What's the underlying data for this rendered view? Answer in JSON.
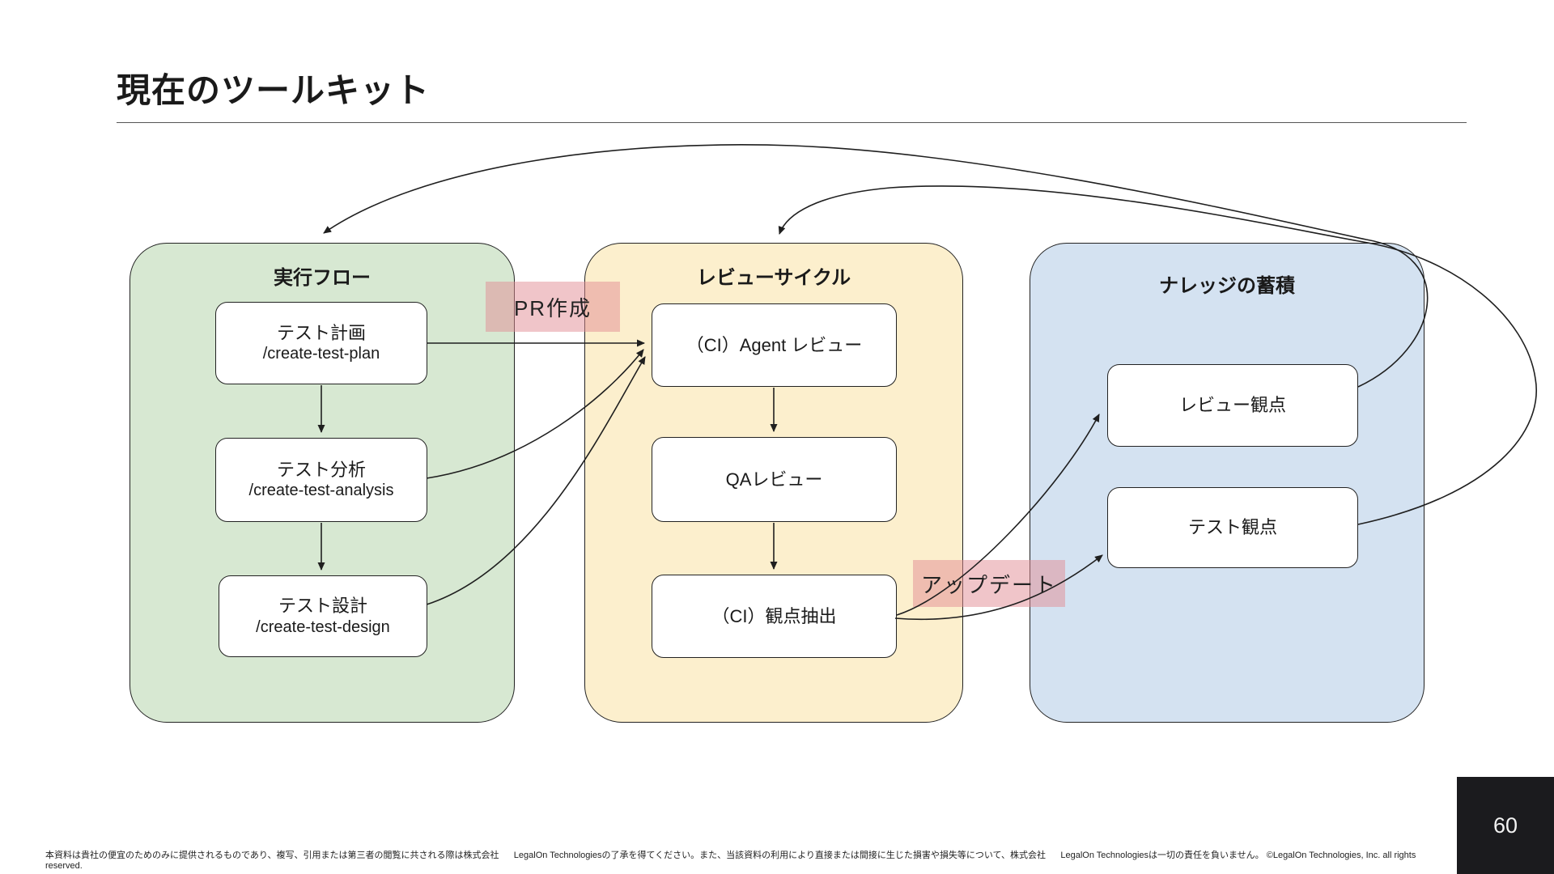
{
  "slide": {
    "title": "現在のツールキット",
    "page_number": "60",
    "footer": "本資料は貴社の便宜のためのみに提供されるものであり、複写、引用または第三者の閲覧に共される際は株式会社      LegalOn Technologiesの了承を得てください。また、当該資料の利用により直接または間接に生じた損害や損失等について、株式会社      LegalOn Technologiesは一切の責任を負いません。 ©LegalOn Technologies, Inc. all rights reserved."
  },
  "diagram": {
    "panels": [
      {
        "id": "execution-flow",
        "title": "実行フロー",
        "color": "#d7e8d2",
        "nodes": [
          {
            "label": "テスト計画",
            "sublabel": "/create-test-plan"
          },
          {
            "label": "テスト分析",
            "sublabel": "/create-test-analysis"
          },
          {
            "label": "テスト設計",
            "sublabel": "/create-test-design"
          }
        ]
      },
      {
        "id": "review-cycle",
        "title": "レビューサイクル",
        "color": "#fcefcd",
        "nodes": [
          {
            "label": "（CI）Agent レビュー"
          },
          {
            "label": "QAレビュー"
          },
          {
            "label": "（CI）観点抽出"
          }
        ]
      },
      {
        "id": "knowledge-accumulation",
        "title": "ナレッジの蓄積",
        "color": "#d4e2f1",
        "nodes": [
          {
            "label": "レビュー観点"
          },
          {
            "label": "テスト観点"
          }
        ]
      }
    ],
    "edge_labels": [
      {
        "text": "PR作成"
      },
      {
        "text": "アップデート"
      }
    ],
    "label_color": "#f0c9cf",
    "line_color": "#1f1f1f"
  }
}
